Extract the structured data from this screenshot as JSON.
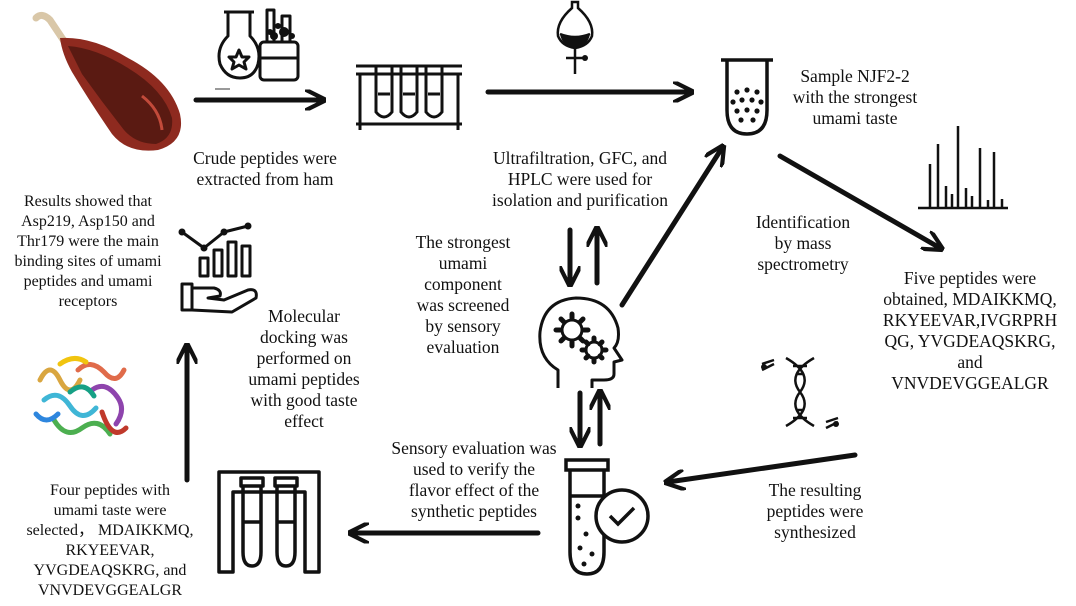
{
  "labels": {
    "crude": "Crude peptides were\nextracted from ham",
    "purify": "Ultrafiltration, GFC, and\nHPLC were used for\nisolation and purification",
    "sample": "Sample NJF2-2\nwith the strongest\numami taste",
    "identification": "Identification\nby mass\nspectrometry",
    "five_peptides": "Five peptides were\nobtained, MDAIKKMQ,\nRKYEEVAR,IVGRPRH\nQG, YVGDEAQSKRG,\nand\nVNVDEVGGEALGR",
    "synthesized": "The resulting\npeptides were\nsynthesized",
    "sensory_verify": "Sensory evaluation was\nused to verify the\nflavor effect of the\nsynthetic peptides",
    "strongest": "The strongest\numami\ncomponent\nwas screened\nby sensory\nevaluation",
    "docking": "Molecular\ndocking was\nperformed on\numami peptides\nwith good taste\neffect",
    "four_peptides": "Four peptides with\numami taste were\nselected， MDAIKKMQ,\nRKYEEVAR,\nYVGDEAQSKRG, and\nVNVDEVGGEALGR",
    "results": "Results showed that\nAsp219, Asp150 and\nThr179 were the main\nbinding sites of umami\npeptides and umami\nreceptors"
  },
  "icons": [
    "ham-image",
    "chemistry-flasks-icon",
    "test-tube-rack-icon",
    "separatory-funnel-icon",
    "sample-tube-icon",
    "mass-spectrum-icon",
    "dna-scissors-icon",
    "test-tube-check-icon",
    "head-gears-icon",
    "lab-tubes-icon",
    "protein-structure-image",
    "hand-chart-icon"
  ],
  "colors": {
    "ink": "#111111",
    "ham_dark": "#5a1a12",
    "ham_red": "#8e2a1f",
    "bone": "#d9c7a8"
  }
}
